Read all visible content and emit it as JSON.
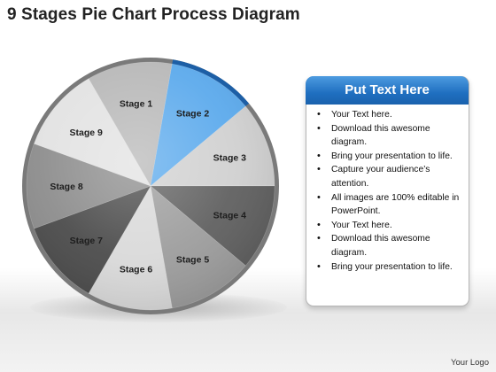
{
  "title": "9 Stages Pie Chart Process Diagram",
  "diagram": {
    "start_angle_deg": -30,
    "slices": [
      {
        "label": "Stage 1",
        "fraction": 0.1111,
        "color": "#b7b7b7",
        "highlight": false
      },
      {
        "label": "Stage 2",
        "fraction": 0.1111,
        "color": "#5aa9ec",
        "highlight": true
      },
      {
        "label": "Stage 3",
        "fraction": 0.1111,
        "color": "#d0d0d0",
        "highlight": false
      },
      {
        "label": "Stage 4",
        "fraction": 0.1111,
        "color": "#5f5f5f",
        "highlight": false
      },
      {
        "label": "Stage 5",
        "fraction": 0.1111,
        "color": "#9c9c9c",
        "highlight": false
      },
      {
        "label": "Stage 6",
        "fraction": 0.1111,
        "color": "#d9d9d9",
        "highlight": false
      },
      {
        "label": "Stage 7",
        "fraction": 0.1111,
        "color": "#4a4a4a",
        "highlight": false
      },
      {
        "label": "Stage 8",
        "fraction": 0.1111,
        "color": "#8c8c8c",
        "highlight": false
      },
      {
        "label": "Stage 9",
        "fraction": 0.1112,
        "color": "#e2e2e2",
        "highlight": false
      }
    ],
    "rim_color": "#7a7a7a",
    "highlight_rim_color": "#1d5fa6"
  },
  "text_box": {
    "header": "Put Text Here",
    "items": [
      "Your Text here.",
      "Download this awesome diagram.",
      "Bring your presentation to life.",
      "Capture your audience’s attention.",
      "All images are 100% editable in PowerPoint.",
      "Your Text here.",
      "Download this awesome diagram.",
      "Bring your presentation to life."
    ]
  },
  "footer": {
    "logo_text": "Your Logo"
  }
}
